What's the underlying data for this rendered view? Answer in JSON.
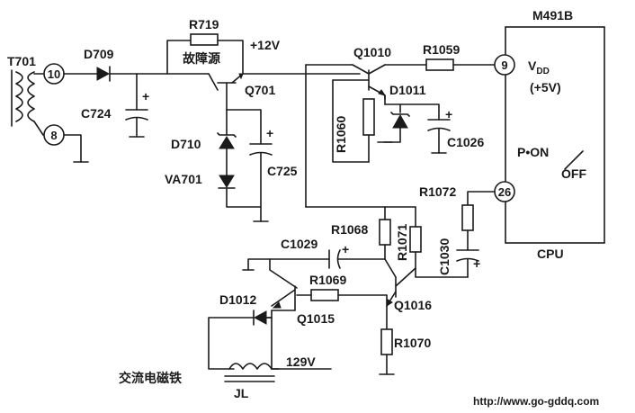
{
  "labels": {
    "T701": "T701",
    "D709": "D709",
    "R719": "R719",
    "fault_source": "故障源",
    "v12": "+12V",
    "Q701": "Q701",
    "C724": "C724",
    "D710": "D710",
    "VA701": "VA701",
    "C725": "C725",
    "Q1010": "Q1010",
    "R1059": "R1059",
    "D1011": "D1011",
    "R1060": "R1060",
    "C1026": "C1026",
    "M491B": "M491B",
    "VDD": "V",
    "VDD_sub": "DD",
    "v5": "(+5V)",
    "pon": "P•ON",
    "slash": "/",
    "off": "OFF",
    "cpu": "CPU",
    "R1072": "R1072",
    "R1068": "R1068",
    "R1071": "R1071",
    "C1029": "C1029",
    "C1030": "C1030",
    "R1069": "R1069",
    "Q1016": "Q1016",
    "Q1015": "Q1015",
    "D1012": "D1012",
    "R1070": "R1070",
    "v129": "129V",
    "ac_magnet": "交流电磁铁",
    "JL": "JL",
    "url": "http://www.go-gddq.com",
    "plus": "+"
  },
  "pins": {
    "p10": "10",
    "p8": "8",
    "p9": "9",
    "p26": "26"
  }
}
